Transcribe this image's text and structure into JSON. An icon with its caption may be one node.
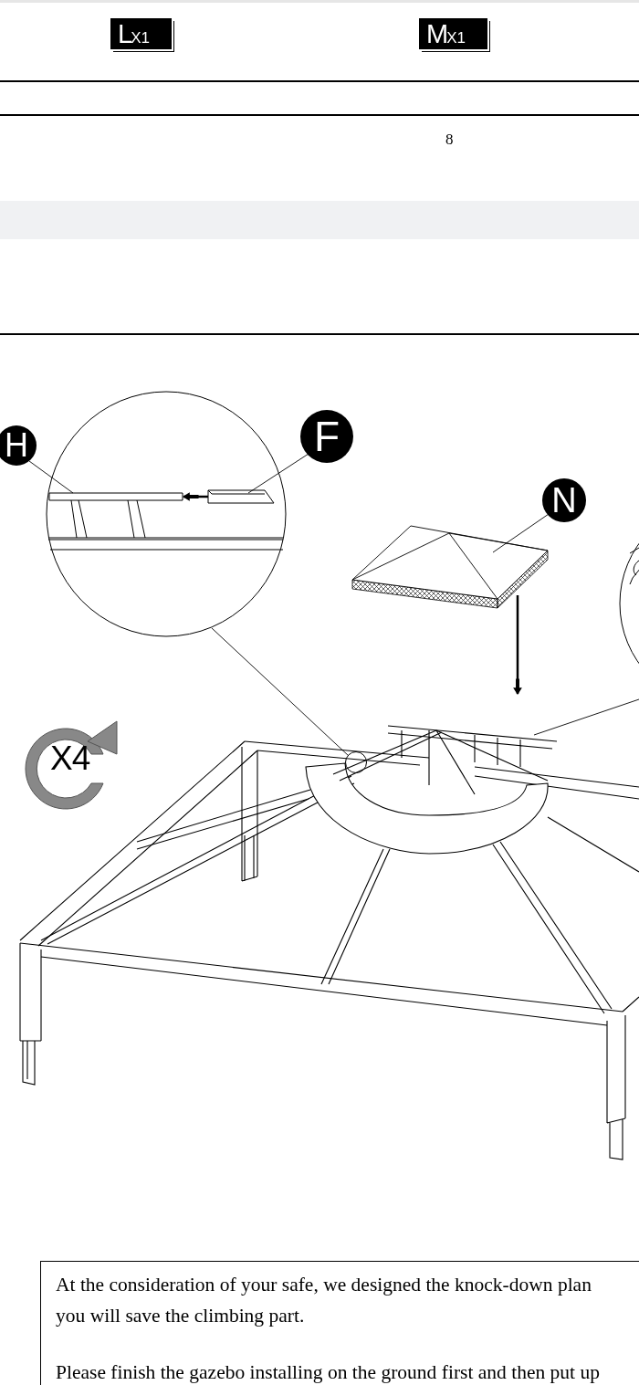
{
  "diagram": {
    "nodes": [
      {
        "text": [
          "H"
        ]
      },
      {
        "text": [
          "F"
        ]
      },
      {
        "text": [
          "N"
        ]
      },
      {
        "text": [],
        "shape": "circle"
      },
      {
        "text": [],
        "shape": "picture",
        "in": 3
      },
      {
        "text": [],
        "shape": "picture",
        "in": 3
      },
      {
        "text": [],
        "shape": "picture"
      },
      {
        "text": [],
        "shape": "picture"
      },
      {
        "text": [],
        "shape": "circle",
        "in": 7
      },
      {
        "text": [],
        "shape": "circle"
      }
    ],
    "edges": [
      {
        "from": 0,
        "to": 4,
        "arrow": "none"
      },
      {
        "from": 1,
        "to": 5,
        "arrow": "none"
      },
      {
        "from": 2,
        "to": 6,
        "arrow": "none"
      },
      {
        "from": 6,
        "to": 7,
        "arrow": "to"
      },
      {
        "from": 3,
        "to": 8,
        "arrow": "none"
      },
      {
        "from": 9,
        "to": 7,
        "arrow": "none"
      },
      {
        "from": 5,
        "to": 4,
        "arrow": "to"
      }
    ],
    "labels": [
      "L$_{X1}$",
      "M$_{X1}$",
      "8",
      "X4",
      "At the consideration of your safe, we designed the knock-down plan",
      "you will save the climbing part.",
      "Please finish the gazebo installing on the ground first and then put up"
    ]
  }
}
